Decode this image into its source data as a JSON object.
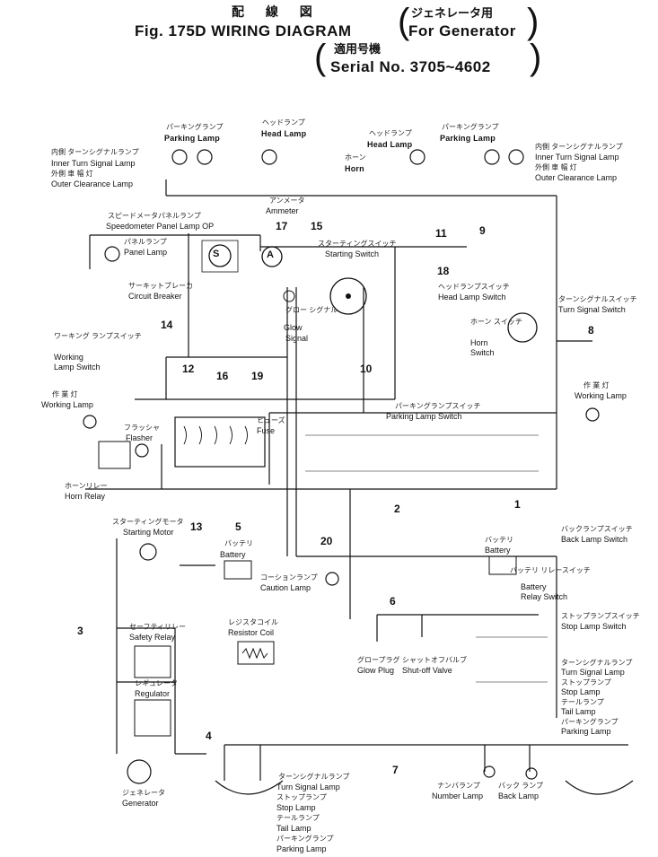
{
  "title": {
    "jp": "配 線 図",
    "fig": "Fig. 175D WIRING DIAGRAM",
    "variant_jp": "ジェネレータ用",
    "variant_en": "For Generator",
    "serial_jp": "適用号機",
    "serial_en": "Serial No. 3705~4602"
  },
  "components": {
    "parking_lamp_l": {
      "jp": "パーキングランプ",
      "en": "Parking Lamp"
    },
    "head_lamp_l": {
      "jp": "ヘッドランプ",
      "en": "Head Lamp"
    },
    "head_lamp_r": {
      "jp": "ヘッドランプ",
      "en": "Head Lamp"
    },
    "parking_lamp_r": {
      "jp": "パーキングランプ",
      "en": "Parking Lamp"
    },
    "inner_turn_l": {
      "jp": "内側 ターンシグナルランプ",
      "en": "Inner Turn Signal Lamp"
    },
    "outer_clear_l": {
      "jp": "外側 車 幅 灯",
      "en": "Outer Clearance Lamp"
    },
    "inner_turn_r": {
      "jp": "内側 ターンシグナルランプ",
      "en": "Inner Turn Signal Lamp"
    },
    "outer_clear_r": {
      "jp": "外側 車 幅 灯",
      "en": "Outer Clearance Lamp"
    },
    "horn": {
      "jp": "ホーン",
      "en": "Horn"
    },
    "ammeter": {
      "jp": "アンメータ",
      "en": "Ammeter"
    },
    "speedo": {
      "jp": "スピードメータパネルランプ",
      "en": "Speedometer Panel Lamp OP"
    },
    "panel_lamp": {
      "jp": "パネルランプ",
      "en": "Panel Lamp"
    },
    "starting_switch": {
      "jp": "スターティングスイッチ",
      "en": "Starting Switch"
    },
    "circuit_breaker": {
      "jp": "サーキットブレーカ",
      "en": "Circuit Breaker"
    },
    "glow_signal": {
      "jp": "グロー シグナル",
      "en1": "Glow",
      "en2": "Signal"
    },
    "head_lamp_switch": {
      "jp": "ヘッドランプスイッチ",
      "en": "Head Lamp Switch"
    },
    "turn_signal_switch": {
      "jp": "ターンシグナルスイッチ",
      "en": "Turn Signal Switch"
    },
    "horn_switch": {
      "jp": "ホーン スイッチ",
      "en1": "Horn",
      "en2": "Switch"
    },
    "working_lamp_switch": {
      "jp": "ワーキング ランプスイッチ",
      "en1": "Working",
      "en2": "Lamp Switch"
    },
    "working_lamp_l": {
      "jp": "作 業 灯",
      "en": "Working Lamp"
    },
    "working_lamp_r": {
      "jp": "作 業 灯",
      "en": "Working Lamp"
    },
    "flasher": {
      "jp": "フラッシャ",
      "en": "Flasher"
    },
    "fuse": {
      "jp": "ヒューズ",
      "en": "Fuse"
    },
    "parking_lamp_switch": {
      "jp": "パーキングランプスイッチ",
      "en": "Parking Lamp Switch"
    },
    "horn_relay": {
      "jp": "ホーンリレー",
      "en": "Horn Relay"
    },
    "starting_motor": {
      "jp": "スターティングモータ",
      "en": "Starting Motor"
    },
    "battery_l": {
      "jp": "バッテリ",
      "en": "Battery"
    },
    "battery_r": {
      "jp": "バッテリ",
      "en": "Battery"
    },
    "caution_lamp": {
      "jp": "コーションランプ",
      "en": "Caution Lamp"
    },
    "battery_relay": {
      "jp": "バッテリ リレースイッチ",
      "en1": "Battery",
      "en2": "Relay Switch"
    },
    "back_lamp_switch": {
      "jp": "バックランプスイッチ",
      "en": "Back Lamp Switch"
    },
    "stop_lamp_switch": {
      "jp": "ストップランプスイッチ",
      "en": "Stop Lamp Switch"
    },
    "safety_relay": {
      "jp": "セーフティリレー",
      "en": "Safety Relay"
    },
    "resistor_coil": {
      "jp": "レジスタコイル",
      "en": "Resistor Coil"
    },
    "regulator": {
      "jp": "レギュレータ",
      "en": "Regulator"
    },
    "glow_plug": {
      "jp": "グロープラグ",
      "en": "Glow Plug"
    },
    "shutoff_valve": {
      "jp": "シャットオフバルブ",
      "en": "Shut-off Valve"
    },
    "generator": {
      "jp": "ジェネレータ",
      "en": "Generator"
    },
    "number_lamp": {
      "jp": "ナンバランプ",
      "en": "Number Lamp"
    },
    "back_lamp": {
      "jp": "バック ランプ",
      "en": "Back Lamp"
    },
    "rear_r": {
      "jp1": "ターンシグナルランプ",
      "en1": "Turn Signal Lamp",
      "jp2": "ストップランプ",
      "en2": "Stop Lamp",
      "jp3": "テールランプ",
      "en3": "Tail Lamp",
      "jp4": "パーキングランプ",
      "en4": "Parking Lamp"
    },
    "rear_l": {
      "jp1": "ターンシグナルランプ",
      "en1": "Turn Signal Lamp",
      "jp2": "ストップランプ",
      "en2": "Stop Lamp",
      "jp3": "テールランプ",
      "en3": "Tail Lamp",
      "jp4": "パーキングランプ",
      "en4": "Parking Lamp"
    }
  },
  "harness_numbers": [
    "1",
    "2",
    "3",
    "4",
    "5",
    "6",
    "7",
    "8",
    "9",
    "10",
    "11",
    "12",
    "13",
    "14",
    "15",
    "16",
    "17",
    "18",
    "19",
    "20"
  ],
  "meter_symbols": {
    "ammeter": "A",
    "speedo": "S"
  }
}
